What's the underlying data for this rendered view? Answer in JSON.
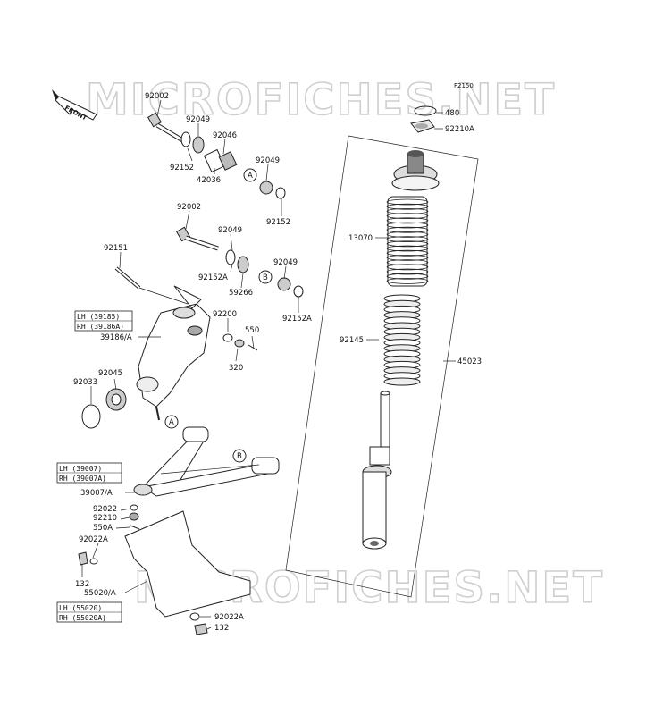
{
  "figure_code": "F2150",
  "watermarks": [
    "MICROFICHES.NET",
    "MICROFICHES.NET"
  ],
  "front_label": "FRONT",
  "labels": {
    "p92002a": "92002",
    "p92049a": "92049",
    "p92046": "92046",
    "p92152a": "92152",
    "p42036": "42036",
    "p92049b": "92049",
    "p92152b": "92152",
    "p92002b": "92002",
    "p92049c": "92049",
    "p92151": "92151",
    "p92152A1": "92152A",
    "p92049d": "92049",
    "p59266": "59266",
    "p92152A2": "92152A",
    "p92200": "92200",
    "p550": "550",
    "p39186A": "39186/A",
    "p320": "320",
    "p92045": "92045",
    "p92033": "92033",
    "p39007A": "39007/A",
    "p92022": "92022",
    "p92210": "92210",
    "p550A": "550A",
    "p92022A1": "92022A",
    "p132a": "132",
    "p55020A": "55020/A",
    "p92022A2": "92022A",
    "p132b": "132",
    "p480": "480",
    "p92210A": "92210A",
    "p13070": "13070",
    "p92145": "92145",
    "p45023": "45023"
  },
  "ref_markers": [
    "A",
    "B",
    "A",
    "B"
  ],
  "boxes": {
    "knuckle": {
      "lh": "LH (39185)",
      "rh": "RH (39186A)"
    },
    "arm": {
      "lh": "LH (39007)",
      "rh": "RH (39007A)"
    },
    "guard": {
      "lh": "LH (55020)",
      "rh": "RH (55020A)"
    }
  }
}
